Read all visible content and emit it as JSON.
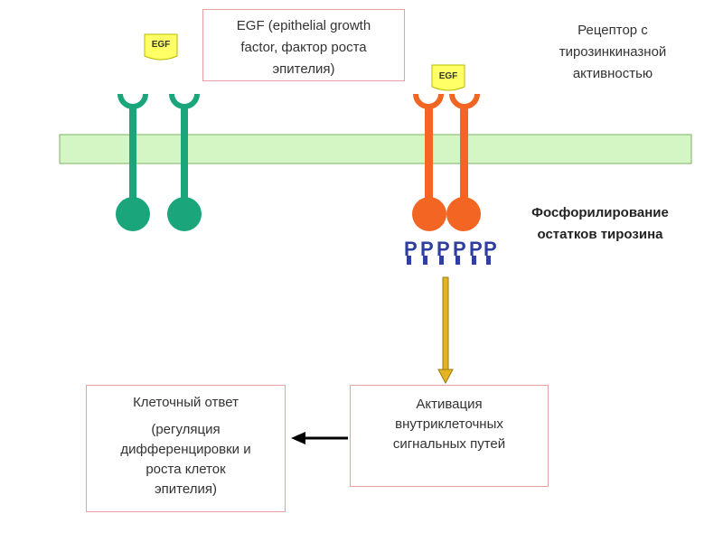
{
  "labels": {
    "egf_desc": [
      "EGF (epithelial growth",
      "factor, фактор роста",
      "эпителия)"
    ],
    "receptor": [
      "Рецептор с",
      "тирозинкиназной",
      "активностью"
    ],
    "phospho": [
      "Фосфорилирование",
      "остатков тирозина"
    ],
    "ligand": "EGF",
    "phosphate": "P",
    "activation": [
      "Активация",
      "внутриклеточных",
      "сигнальных путей"
    ],
    "response_title": "Клеточный ответ",
    "response_body": [
      "(регуляция",
      "дифференцировки и",
      "роста клеток",
      "эпителия)"
    ]
  },
  "colors": {
    "inactive_receptor": "#1aa67a",
    "active_receptor": "#f26522",
    "membrane": "#d4f5c4",
    "ligand": "#ffff66",
    "phosphate": "#2f3f9f",
    "arrow_down": "#e6b422",
    "box_border": "#e8a0a0"
  }
}
